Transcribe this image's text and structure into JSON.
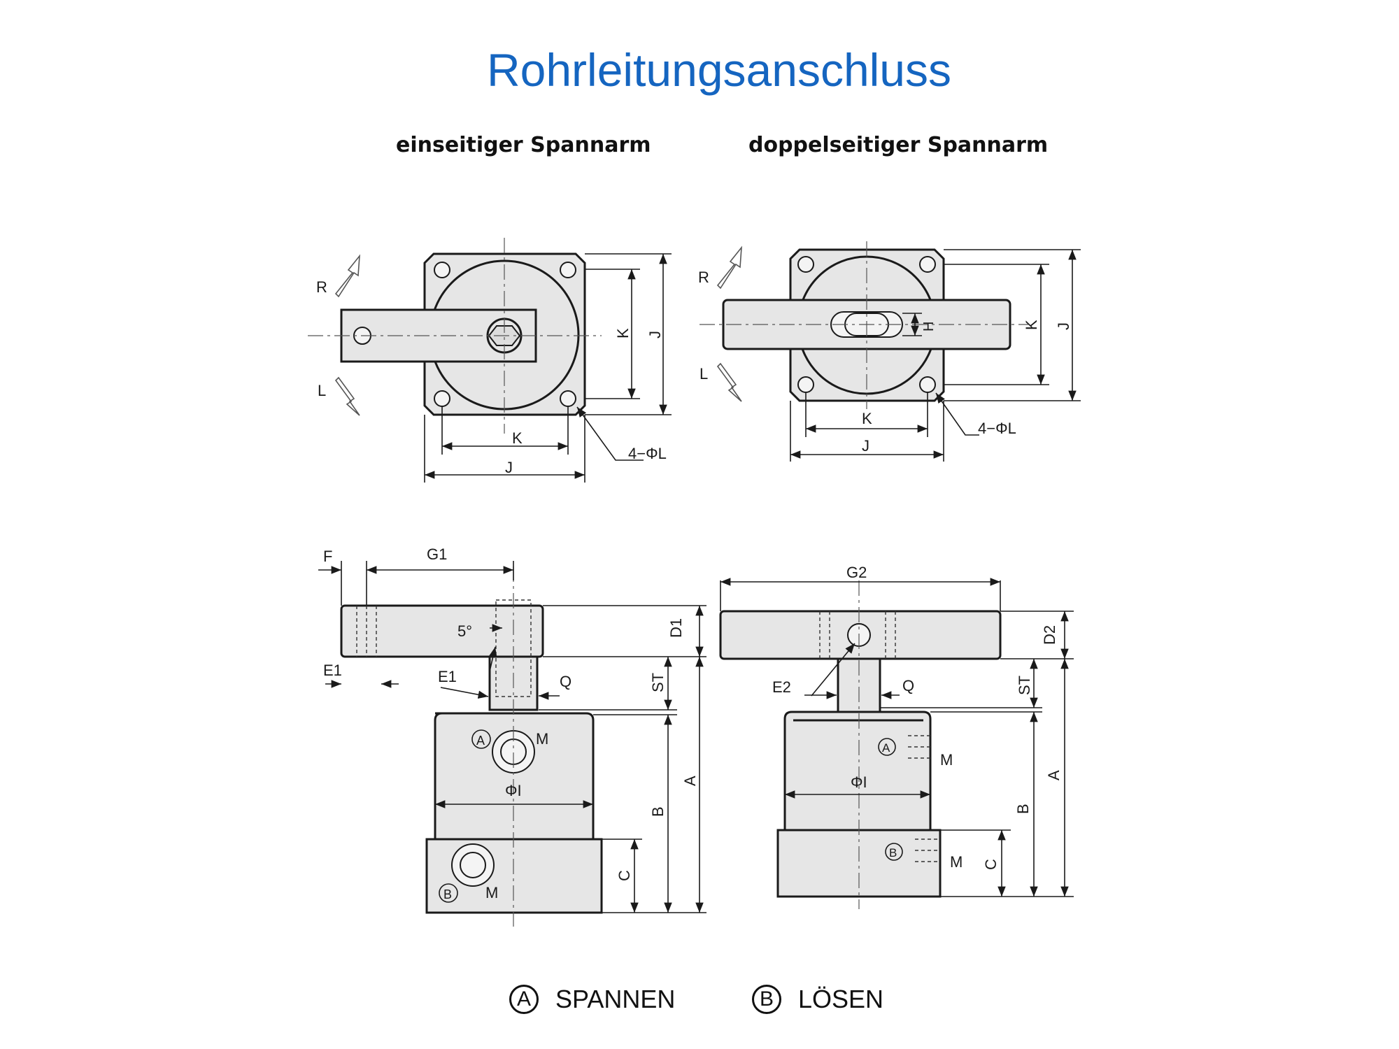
{
  "title": "Rohrleitungsanschluss",
  "columns": {
    "left": "einseitiger Spannarm",
    "right": "doppelseitiger Spannarm"
  },
  "dims": {
    "R": "R",
    "L": "L",
    "K": "K",
    "J": "J",
    "H": "H",
    "holes": "4−ΦL",
    "F": "F",
    "G1": "G1",
    "G2": "G2",
    "D1": "D1",
    "D2": "D2",
    "E1": "E1",
    "E2": "E2",
    "angle": "5°",
    "ST": "ST",
    "Q": "Q",
    "A": "A",
    "B": "B",
    "C": "C",
    "M": "M",
    "phiI": "ΦI"
  },
  "ports": {
    "a": "A",
    "b": "B"
  },
  "legend": {
    "a_symbol": "A",
    "a_label": "SPANNEN",
    "b_symbol": "B",
    "b_label": "LÖSEN"
  }
}
